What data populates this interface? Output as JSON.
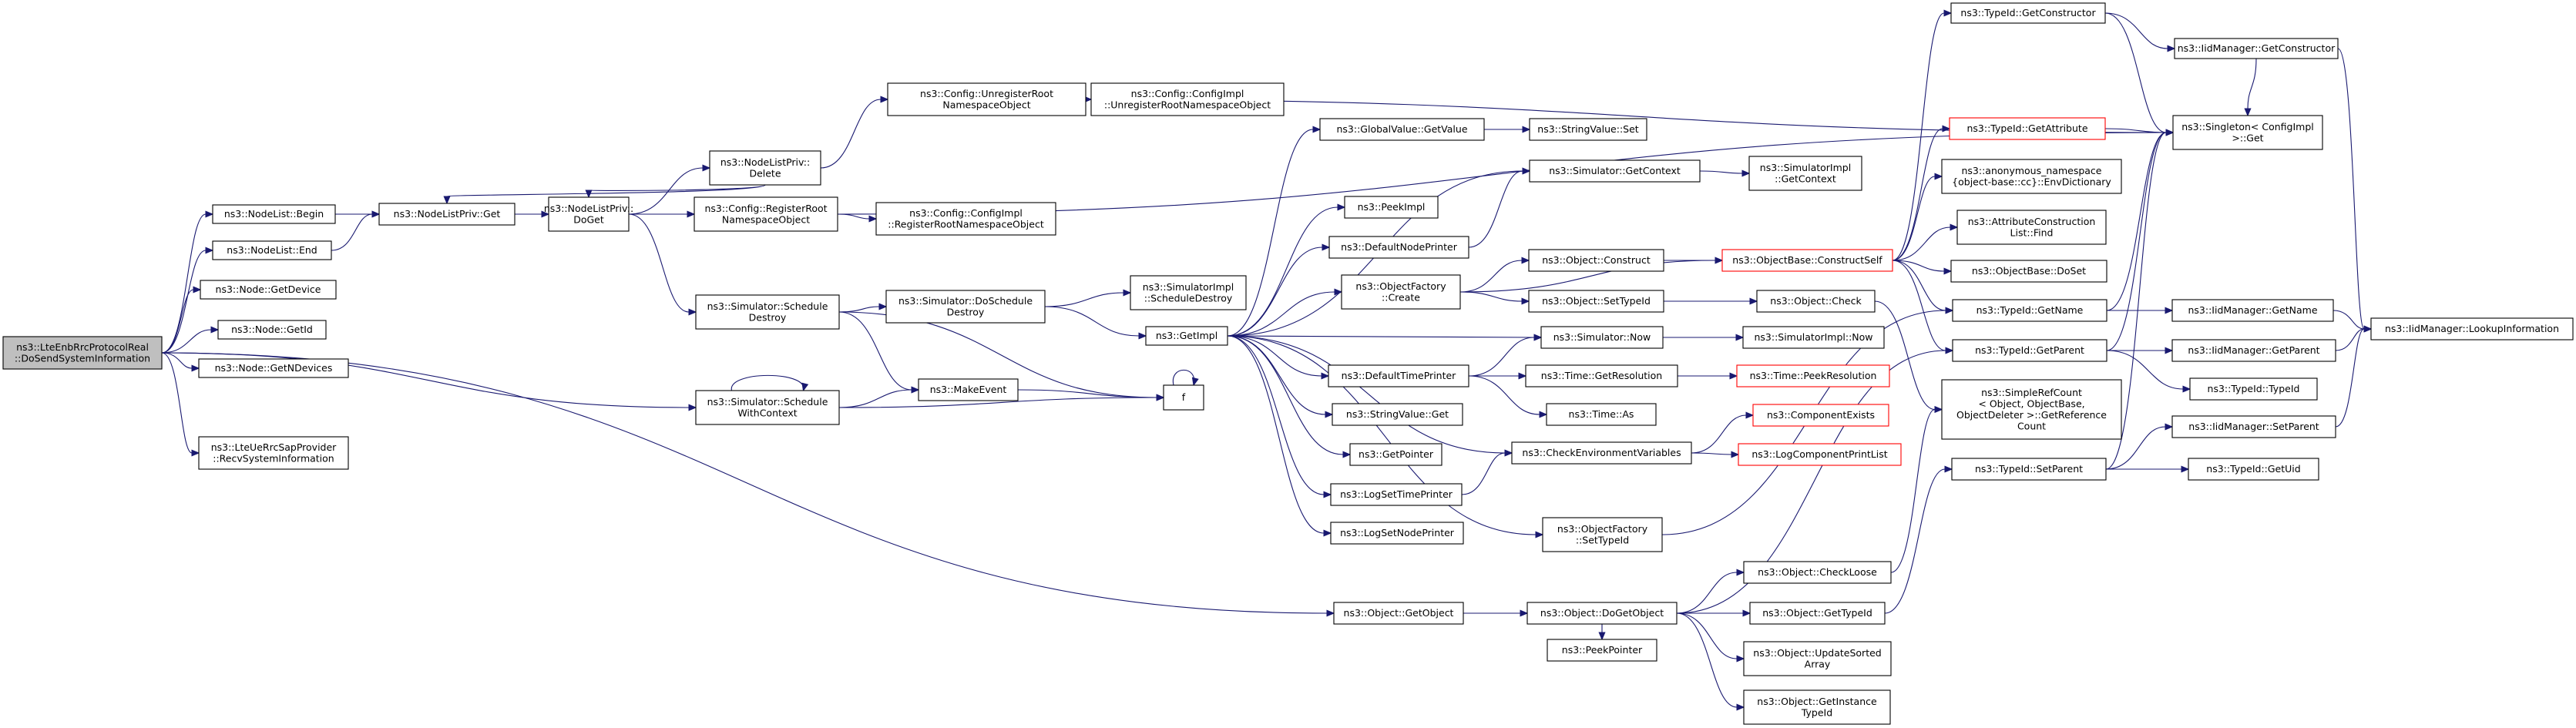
{
  "graph": {
    "nodes": [
      {
        "id": "root",
        "lines": [
          "ns3::LteEnbRrcProtocolReal",
          "::DoSendSystemInformation"
        ],
        "style": "root"
      },
      {
        "id": "nl_begin",
        "lines": [
          "ns3::NodeList::Begin"
        ]
      },
      {
        "id": "nl_end",
        "lines": [
          "ns3::NodeList::End"
        ]
      },
      {
        "id": "node_getdevice",
        "lines": [
          "ns3::Node::GetDevice"
        ]
      },
      {
        "id": "node_getid",
        "lines": [
          "ns3::Node::GetId"
        ]
      },
      {
        "id": "node_getndevices",
        "lines": [
          "ns3::Node::GetNDevices"
        ]
      },
      {
        "id": "lteue_recv",
        "lines": [
          "ns3::LteUeRrcSapProvider",
          "::RecvSystemInformation"
        ]
      },
      {
        "id": "nlp_get",
        "lines": [
          "ns3::NodeListPriv::Get"
        ]
      },
      {
        "id": "nlp_doget",
        "lines": [
          "ns3::NodeListPriv::",
          "DoGet"
        ]
      },
      {
        "id": "nlp_delete",
        "lines": [
          "ns3::NodeListPriv::",
          "Delete"
        ]
      },
      {
        "id": "cfg_unreg",
        "lines": [
          "ns3::Config::UnregisterRoot",
          "NamespaceObject"
        ]
      },
      {
        "id": "cfgimpl_unreg",
        "lines": [
          "ns3::Config::ConfigImpl",
          "::UnregisterRootNamespaceObject"
        ]
      },
      {
        "id": "cfg_reg",
        "lines": [
          "ns3::Config::RegisterRoot",
          "NamespaceObject"
        ]
      },
      {
        "id": "cfgimpl_reg",
        "lines": [
          "ns3::Config::ConfigImpl",
          "::RegisterRootNamespaceObject"
        ]
      },
      {
        "id": "sim_schedule_destroy",
        "lines": [
          "ns3::Simulator::Schedule",
          "Destroy"
        ]
      },
      {
        "id": "sim_do_schedule_destroy",
        "lines": [
          "ns3::Simulator::DoSchedule",
          "Destroy"
        ]
      },
      {
        "id": "simimpl_schedule_destroy",
        "lines": [
          "ns3::SimulatorImpl",
          "::ScheduleDestroy"
        ]
      },
      {
        "id": "getimpl",
        "lines": [
          "ns3::GetImpl"
        ]
      },
      {
        "id": "sim_schedule_withcontext",
        "lines": [
          "ns3::Simulator::Schedule",
          "WithContext"
        ]
      },
      {
        "id": "makeevent",
        "lines": [
          "ns3::MakeEvent"
        ]
      },
      {
        "id": "f",
        "lines": [
          "f"
        ]
      },
      {
        "id": "globalvalue_getvalue",
        "lines": [
          "ns3::GlobalValue::GetValue"
        ]
      },
      {
        "id": "stringvalue_set",
        "lines": [
          "ns3::StringValue::Set"
        ]
      },
      {
        "id": "sim_getcontext",
        "lines": [
          "ns3::Simulator::GetContext"
        ]
      },
      {
        "id": "simimpl_getcontext",
        "lines": [
          "ns3::SimulatorImpl",
          "::GetContext"
        ]
      },
      {
        "id": "peekimpl",
        "lines": [
          "ns3::PeekImpl"
        ]
      },
      {
        "id": "defaultnodeprinter",
        "lines": [
          "ns3::DefaultNodePrinter"
        ]
      },
      {
        "id": "objfactory_create",
        "lines": [
          "ns3::ObjectFactory",
          "::Create"
        ]
      },
      {
        "id": "object_construct",
        "lines": [
          "ns3::Object::Construct"
        ]
      },
      {
        "id": "objbase_constructself",
        "lines": [
          "ns3::ObjectBase::ConstructSelf"
        ],
        "style": "red"
      },
      {
        "id": "object_settypeid",
        "lines": [
          "ns3::Object::SetTypeId"
        ]
      },
      {
        "id": "object_check",
        "lines": [
          "ns3::Object::Check"
        ]
      },
      {
        "id": "defaulttimeprinter",
        "lines": [
          "ns3::DefaultTimePrinter"
        ]
      },
      {
        "id": "sim_now",
        "lines": [
          "ns3::Simulator::Now"
        ]
      },
      {
        "id": "simimpl_now",
        "lines": [
          "ns3::SimulatorImpl::Now"
        ]
      },
      {
        "id": "time_getresolution",
        "lines": [
          "ns3::Time::GetResolution"
        ]
      },
      {
        "id": "time_peekresolution",
        "lines": [
          "ns3::Time::PeekResolution"
        ],
        "style": "red"
      },
      {
        "id": "time_as",
        "lines": [
          "ns3::Time::As"
        ]
      },
      {
        "id": "stringvalue_get",
        "lines": [
          "ns3::StringValue::Get"
        ]
      },
      {
        "id": "getpointer",
        "lines": [
          "ns3::GetPointer"
        ]
      },
      {
        "id": "checkenv",
        "lines": [
          "ns3::CheckEnvironmentVariables"
        ]
      },
      {
        "id": "componentexists",
        "lines": [
          "ns3::ComponentExists"
        ],
        "style": "red"
      },
      {
        "id": "logcomponentprintlist",
        "lines": [
          "ns3::LogComponentPrintList"
        ],
        "style": "red"
      },
      {
        "id": "logsettimeprinter",
        "lines": [
          "ns3::LogSetTimePrinter"
        ]
      },
      {
        "id": "logsetnodeprinter",
        "lines": [
          "ns3::LogSetNodePrinter"
        ]
      },
      {
        "id": "objfactory_settypeid",
        "lines": [
          "ns3::ObjectFactory",
          "::SetTypeId"
        ]
      },
      {
        "id": "object_getobject",
        "lines": [
          "ns3::Object::GetObject"
        ]
      },
      {
        "id": "object_dogetobject",
        "lines": [
          "ns3::Object::DoGetObject"
        ]
      },
      {
        "id": "peekpointer",
        "lines": [
          "ns3::PeekPointer"
        ]
      },
      {
        "id": "object_checkloose",
        "lines": [
          "ns3::Object::CheckLoose"
        ]
      },
      {
        "id": "object_gettypeid",
        "lines": [
          "ns3::Object::GetTypeId"
        ]
      },
      {
        "id": "object_updatesorted",
        "lines": [
          "ns3::Object::UpdateSorted",
          "Array"
        ]
      },
      {
        "id": "object_getinstancetypeid",
        "lines": [
          "ns3::Object::GetInstance",
          "TypeId"
        ]
      },
      {
        "id": "typeid_getconstructor",
        "lines": [
          "ns3::TypeId::GetConstructor"
        ]
      },
      {
        "id": "iidmgr_getconstructor",
        "lines": [
          "ns3::IidManager::GetConstructor"
        ]
      },
      {
        "id": "typeid_getattribute",
        "lines": [
          "ns3::TypeId::GetAttribute"
        ],
        "style": "red"
      },
      {
        "id": "anon_envdictionary",
        "lines": [
          "ns3::anonymous_namespace",
          "{object-base::cc}::EnvDictionary"
        ]
      },
      {
        "id": "attrconstructionlist_find",
        "lines": [
          "ns3::AttributeConstruction",
          "List::Find"
        ]
      },
      {
        "id": "objbase_doset",
        "lines": [
          "ns3::ObjectBase::DoSet"
        ]
      },
      {
        "id": "typeid_getname",
        "lines": [
          "ns3::TypeId::GetName"
        ]
      },
      {
        "id": "typeid_getparent",
        "lines": [
          "ns3::TypeId::GetParent"
        ]
      },
      {
        "id": "simplerefcount",
        "lines": [
          "ns3::SimpleRefCount",
          "< Object, ObjectBase,",
          "ObjectDeleter >::GetReference",
          "Count"
        ]
      },
      {
        "id": "typeid_setparent",
        "lines": [
          "ns3::TypeId::SetParent"
        ]
      },
      {
        "id": "singleton_get",
        "lines": [
          "ns3::Singleton< ConfigImpl",
          ">::Get"
        ]
      },
      {
        "id": "iidmgr_getname",
        "lines": [
          "ns3::IidManager::GetName"
        ]
      },
      {
        "id": "iidmgr_getparent",
        "lines": [
          "ns3::IidManager::GetParent"
        ]
      },
      {
        "id": "typeid_typeid",
        "lines": [
          "ns3::TypeId::TypeId"
        ]
      },
      {
        "id": "iidmgr_setparent",
        "lines": [
          "ns3::IidManager::SetParent"
        ]
      },
      {
        "id": "typeid_getuid",
        "lines": [
          "ns3::TypeId::GetUid"
        ]
      },
      {
        "id": "iidmgr_lookupinfo",
        "lines": [
          "ns3::IidManager::LookupInformation"
        ]
      }
    ],
    "edges": [
      [
        "root",
        "nl_begin"
      ],
      [
        "root",
        "nl_end"
      ],
      [
        "root",
        "node_getdevice"
      ],
      [
        "root",
        "node_getid"
      ],
      [
        "root",
        "node_getndevices"
      ],
      [
        "root",
        "lteue_recv"
      ],
      [
        "root",
        "sim_schedule_withcontext"
      ],
      [
        "root",
        "object_getobject"
      ],
      [
        "nl_begin",
        "nlp_get"
      ],
      [
        "nl_end",
        "nlp_get"
      ],
      [
        "nlp_get",
        "nlp_doget"
      ],
      [
        "nlp_doget",
        "nlp_delete"
      ],
      [
        "nlp_delete",
        "nlp_doget"
      ],
      [
        "nlp_delete",
        "nlp_get"
      ],
      [
        "nlp_delete",
        "cfg_unreg"
      ],
      [
        "cfg_unreg",
        "cfgimpl_unreg"
      ],
      [
        "cfg_unreg",
        "singleton_get"
      ],
      [
        "nlp_doget",
        "cfg_reg"
      ],
      [
        "cfg_reg",
        "cfgimpl_reg"
      ],
      [
        "cfg_reg",
        "singleton_get"
      ],
      [
        "nlp_doget",
        "sim_schedule_destroy"
      ],
      [
        "sim_schedule_destroy",
        "sim_do_schedule_destroy"
      ],
      [
        "sim_schedule_destroy",
        "makeevent"
      ],
      [
        "sim_schedule_destroy",
        "f"
      ],
      [
        "sim_do_schedule_destroy",
        "simimpl_schedule_destroy"
      ],
      [
        "sim_do_schedule_destroy",
        "getimpl"
      ],
      [
        "sim_schedule_withcontext",
        "sim_schedule_withcontext"
      ],
      [
        "sim_schedule_withcontext",
        "makeevent"
      ],
      [
        "sim_schedule_withcontext",
        "f"
      ],
      [
        "makeevent",
        "f"
      ],
      [
        "f",
        "f"
      ],
      [
        "getimpl",
        "globalvalue_getvalue"
      ],
      [
        "getimpl",
        "sim_getcontext"
      ],
      [
        "getimpl",
        "peekimpl"
      ],
      [
        "getimpl",
        "defaultnodeprinter"
      ],
      [
        "getimpl",
        "objfactory_create"
      ],
      [
        "getimpl",
        "defaulttimeprinter"
      ],
      [
        "getimpl",
        "sim_now"
      ],
      [
        "getimpl",
        "stringvalue_get"
      ],
      [
        "getimpl",
        "getpointer"
      ],
      [
        "getimpl",
        "checkenv"
      ],
      [
        "getimpl",
        "logsettimeprinter"
      ],
      [
        "getimpl",
        "logsetnodeprinter"
      ],
      [
        "getimpl",
        "objfactory_settypeid"
      ],
      [
        "globalvalue_getvalue",
        "stringvalue_set"
      ],
      [
        "sim_getcontext",
        "simimpl_getcontext"
      ],
      [
        "defaultnodeprinter",
        "sim_getcontext"
      ],
      [
        "objfactory_create",
        "object_construct"
      ],
      [
        "objfactory_create",
        "object_settypeid"
      ],
      [
        "objfactory_create",
        "objbase_constructself"
      ],
      [
        "object_construct",
        "objbase_constructself"
      ],
      [
        "object_settypeid",
        "object_check"
      ],
      [
        "object_check",
        "simplerefcount"
      ],
      [
        "defaulttimeprinter",
        "sim_now"
      ],
      [
        "defaulttimeprinter",
        "time_getresolution"
      ],
      [
        "defaulttimeprinter",
        "time_as"
      ],
      [
        "sim_now",
        "simimpl_now"
      ],
      [
        "time_getresolution",
        "time_peekresolution"
      ],
      [
        "checkenv",
        "componentexists"
      ],
      [
        "checkenv",
        "logcomponentprintlist"
      ],
      [
        "logsettimeprinter",
        "checkenv"
      ],
      [
        "objfactory_settypeid",
        "typeid_getname"
      ],
      [
        "object_getobject",
        "object_dogetobject"
      ],
      [
        "object_dogetobject",
        "peekpointer"
      ],
      [
        "object_dogetobject",
        "object_checkloose"
      ],
      [
        "object_dogetobject",
        "object_gettypeid"
      ],
      [
        "object_dogetobject",
        "object_updatesorted"
      ],
      [
        "object_dogetobject",
        "object_getinstancetypeid"
      ],
      [
        "object_dogetobject",
        "typeid_getparent"
      ],
      [
        "object_checkloose",
        "simplerefcount"
      ],
      [
        "object_gettypeid",
        "typeid_setparent"
      ],
      [
        "objbase_constructself",
        "typeid_getconstructor"
      ],
      [
        "objbase_constructself",
        "typeid_getattribute"
      ],
      [
        "objbase_constructself",
        "anon_envdictionary"
      ],
      [
        "objbase_constructself",
        "attrconstructionlist_find"
      ],
      [
        "objbase_constructself",
        "objbase_doset"
      ],
      [
        "objbase_constructself",
        "typeid_getname"
      ],
      [
        "objbase_constructself",
        "typeid_getparent"
      ],
      [
        "typeid_getconstructor",
        "iidmgr_getconstructor"
      ],
      [
        "typeid_getconstructor",
        "singleton_get"
      ],
      [
        "iidmgr_getconstructor",
        "singleton_get"
      ],
      [
        "iidmgr_getconstructor",
        "iidmgr_lookupinfo"
      ],
      [
        "typeid_getattribute",
        "singleton_get"
      ],
      [
        "typeid_getname",
        "iidmgr_getname"
      ],
      [
        "typeid_getname",
        "singleton_get"
      ],
      [
        "typeid_getparent",
        "iidmgr_getparent"
      ],
      [
        "typeid_getparent",
        "typeid_typeid"
      ],
      [
        "typeid_getparent",
        "singleton_get"
      ],
      [
        "typeid_setparent",
        "iidmgr_setparent"
      ],
      [
        "typeid_setparent",
        "typeid_getuid"
      ],
      [
        "typeid_setparent",
        "singleton_get"
      ],
      [
        "iidmgr_getname",
        "iidmgr_lookupinfo"
      ],
      [
        "iidmgr_getparent",
        "iidmgr_lookupinfo"
      ],
      [
        "iidmgr_setparent",
        "iidmgr_lookupinfo"
      ]
    ]
  }
}
